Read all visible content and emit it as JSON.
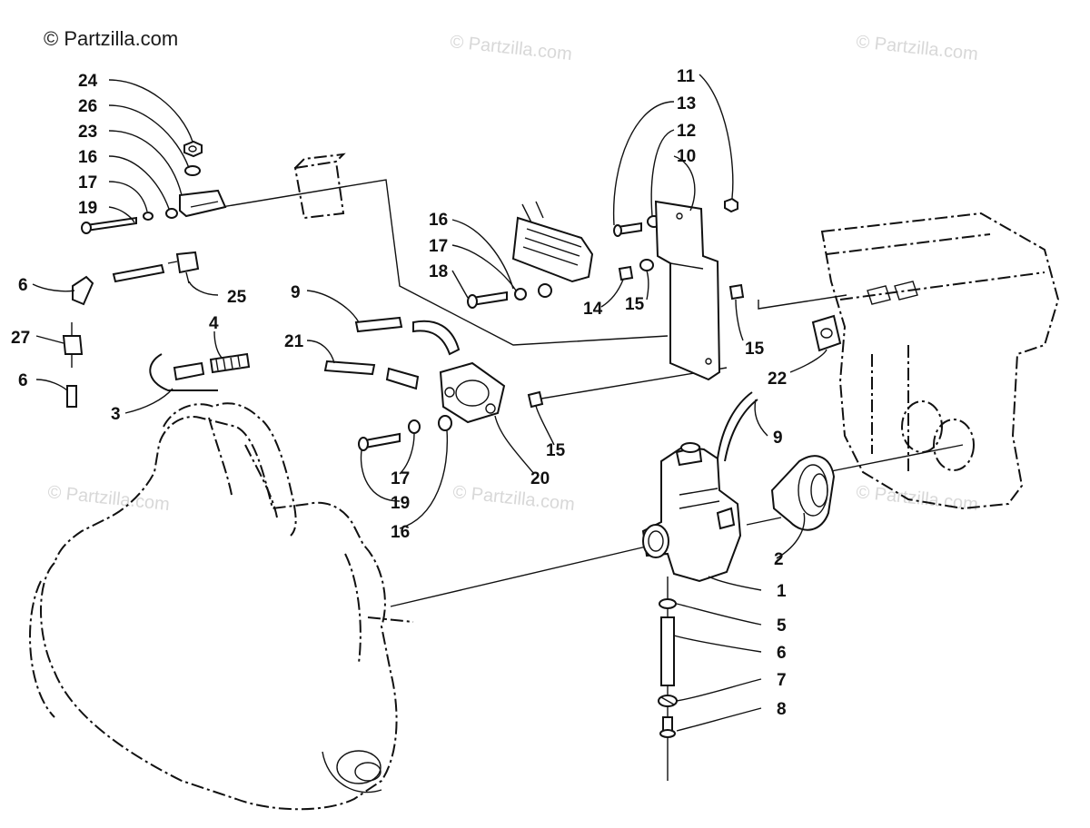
{
  "watermarks": {
    "main": "© Partzilla.com",
    "faint": "© Partzilla.com"
  },
  "callouts": [
    "1",
    "2",
    "3",
    "4",
    "5",
    "6",
    "7",
    "8",
    "9",
    "10",
    "11",
    "12",
    "13",
    "14",
    "15",
    "16",
    "17",
    "18",
    "19",
    "20",
    "21",
    "22",
    "23",
    "24",
    "25",
    "26",
    "27"
  ],
  "labels": {
    "l24": "24",
    "l26": "26",
    "l23": "23",
    "l16a": "16",
    "l17a": "17",
    "l19a": "19",
    "l6a": "6",
    "l25": "25",
    "l27": "27",
    "l4": "4",
    "l6b": "6",
    "l3": "3",
    "l9a": "9",
    "l21": "21",
    "l16b": "16",
    "l17b": "17",
    "l18": "18",
    "l14": "14",
    "l15a": "15",
    "l13": "13",
    "l12": "12",
    "l10": "10",
    "l11": "11",
    "l15b": "15",
    "l22": "22",
    "l15c": "15",
    "l20": "20",
    "l17c": "17",
    "l19b": "19",
    "l16c": "16",
    "l9b": "9",
    "l2": "2",
    "l1": "1",
    "l5": "5",
    "l6c": "6",
    "l7": "7",
    "l8": "8"
  }
}
